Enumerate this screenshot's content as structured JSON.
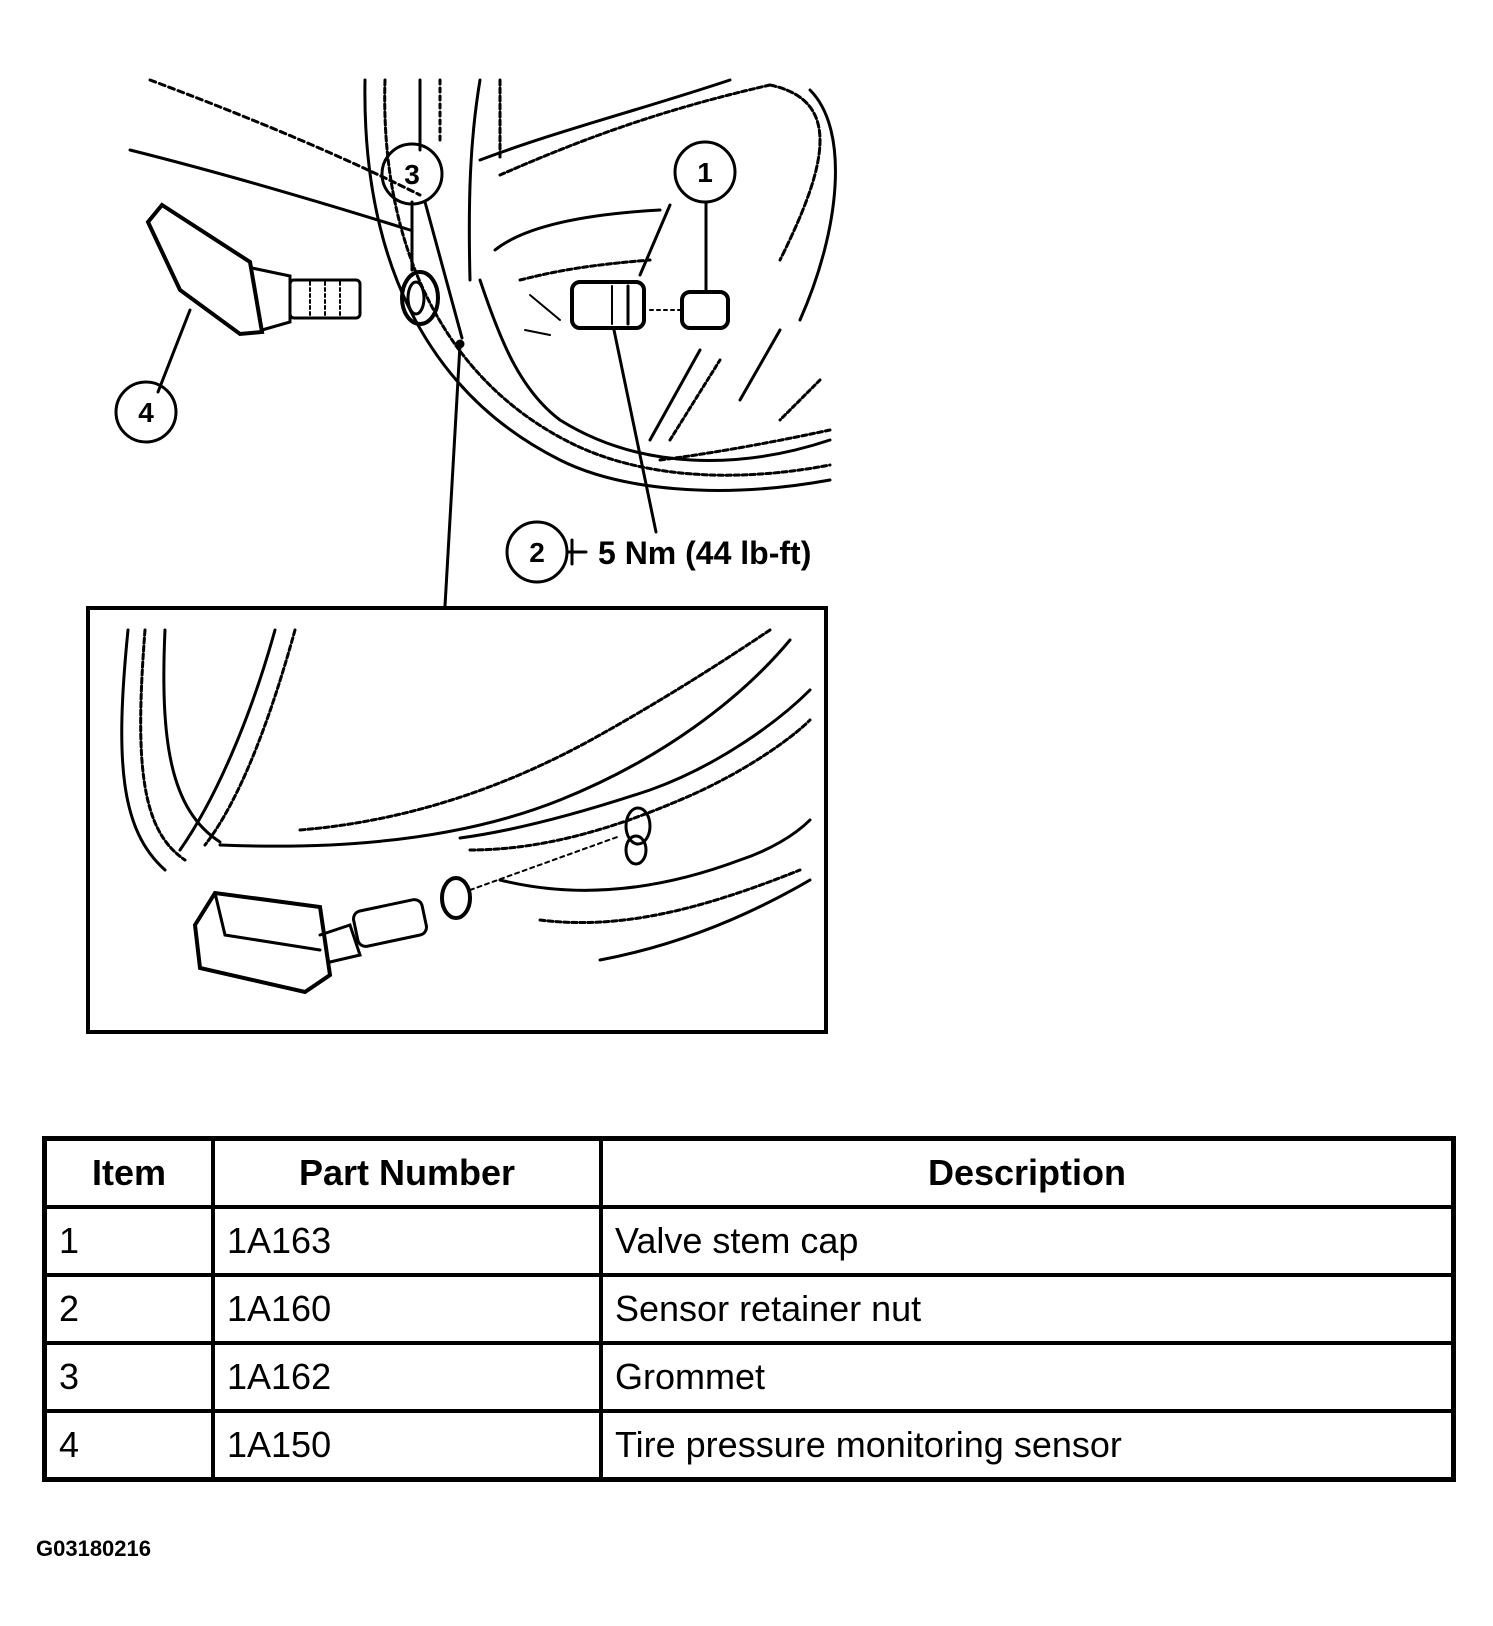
{
  "callouts": {
    "c1": "1",
    "c2": "2",
    "c3": "3",
    "c4": "4",
    "torque": "5 Nm (44 lb-ft)"
  },
  "table": {
    "headers": [
      "Item",
      "Part Number",
      "Description"
    ],
    "rows": [
      {
        "item": "1",
        "part": "1A163",
        "desc": "Valve stem cap"
      },
      {
        "item": "2",
        "part": "1A160",
        "desc": "Sensor retainer nut"
      },
      {
        "item": "3",
        "part": "1A162",
        "desc": "Grommet"
      },
      {
        "item": "4",
        "part": "1A150",
        "desc": "Tire pressure monitoring sensor"
      }
    ]
  },
  "figure_id": "G03180216",
  "colors": {
    "ink": "#000000",
    "paper": "#ffffff"
  }
}
